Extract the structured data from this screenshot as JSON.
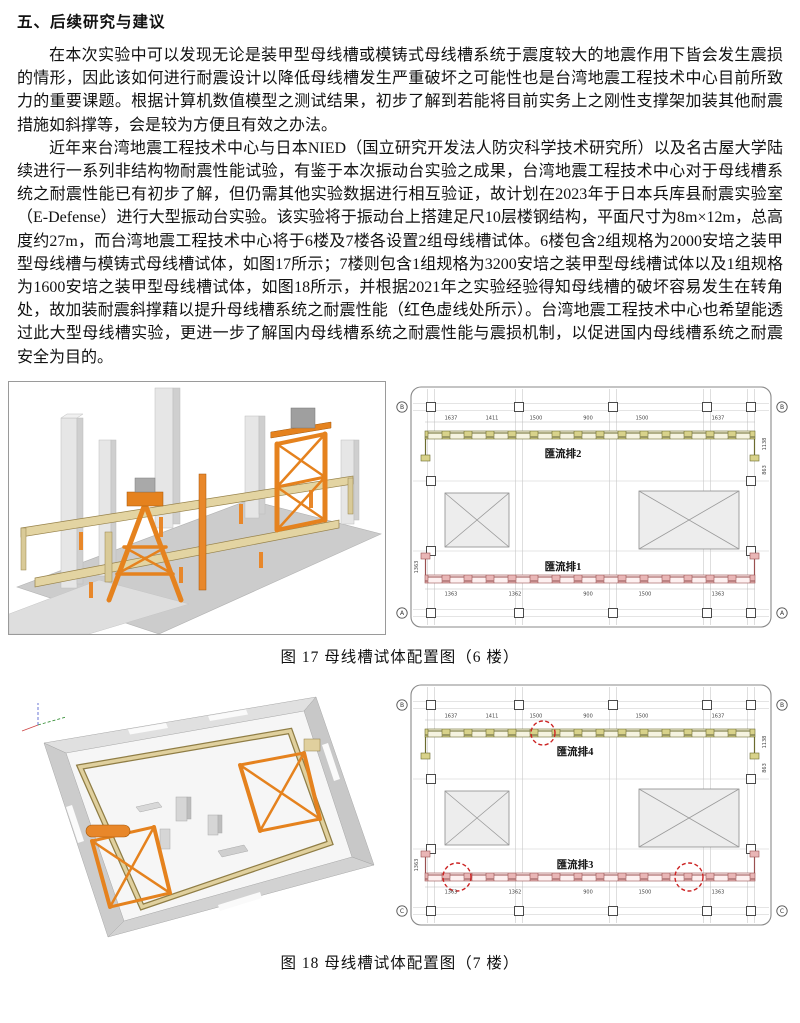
{
  "doc": {
    "heading": "五、后续研究与建议",
    "paragraphs": [
      "在本次实验中可以发现无论是装甲型母线槽或模铸式母线槽系统于震度较大的地震作用下皆会发生震损的情形，因此该如何进行耐震设计以降低母线槽发生严重破坏之可能性也是台湾地震工程技术中心目前所致力的重要课题。根据计算机数值模型之测试结果，初步了解到若能将目前实务上之刚性支撑架加装其他耐震措施如斜撑等，会是较为方便且有效之办法。",
      "近年来台湾地震工程技术中心与日本NIED（国立研究开发法人防灾科学技术研究所）以及名古屋大学陆续进行一系列非结构物耐震性能试验，有鉴于本次振动台实验之成果，台湾地震工程技术中心对于母线槽系统之耐震性能已有初步了解，但仍需其他实验数据进行相互验证，故计划在2023年于日本兵库县耐震实验室（E-Defense）进行大型振动台实验。该实验将于振动台上搭建足尺10层楼钢结构，平面尺寸为8m×12m，总高度约27m，而台湾地震工程技术中心将于6楼及7楼各设置2组母线槽试体。6楼包含2组规格为2000安培之装甲型母线槽与模铸式母线槽试体，如图17所示；7楼则包含1组规格为3200安培之装甲型母线槽试体以及1组规格为1600安培之装甲型母线槽试体，如图18所示，并根据2021年之实验经验得知母线槽的破坏容易发生在转角处，故加装耐震斜撑藉以提升母线槽系统之耐震性能（红色虚线处所示）。台湾地震工程技术中心也希望能透过此大型母线槽实验，更进一步了解国内母线槽系统之耐震性能与震损机制，以促进国内母线槽系统之耐震安全为目的。"
    ],
    "figures": [
      {
        "caption": "图 17 母线槽试体配置图（6 楼）",
        "plan": {
          "bus_label_top": "匯流排2",
          "bus_label_bottom": "匯流排1",
          "grid_bubble_top": "B",
          "grid_bubble_bottom": "A",
          "dims_top": [
            "1637",
            "1411",
            "1500",
            "900",
            "1500",
            "1637"
          ],
          "dims_bottom": [
            "1363",
            "1362",
            "900",
            "1500",
            "1363"
          ],
          "dims_left": [
            "1363"
          ],
          "dims_right": [
            "1138",
            "863"
          ]
        }
      },
      {
        "caption": "图 18 母线槽试体配置图（7 楼）",
        "plan": {
          "bus_label_top": "匯流排4",
          "bus_label_bottom": "匯流排3",
          "grid_bubble_top": "B",
          "grid_bubble_bottom": "C",
          "dims_top": [
            "1637",
            "1411",
            "1500",
            "900",
            "1500",
            "1637"
          ],
          "dims_bottom": [
            "1363",
            "1362",
            "900",
            "1500",
            "1363"
          ],
          "dims_left": [
            "1363"
          ],
          "dims_right": [
            "1138",
            "863"
          ]
        }
      }
    ],
    "colors": {
      "steel_orange": "#e5821e",
      "busway_tan": "#e0d09e",
      "busbar_top_olive": "#d8d28a",
      "busbar_bottom_pink": "#e9b6b6",
      "seismic_brace_red": "#cc2222"
    }
  }
}
